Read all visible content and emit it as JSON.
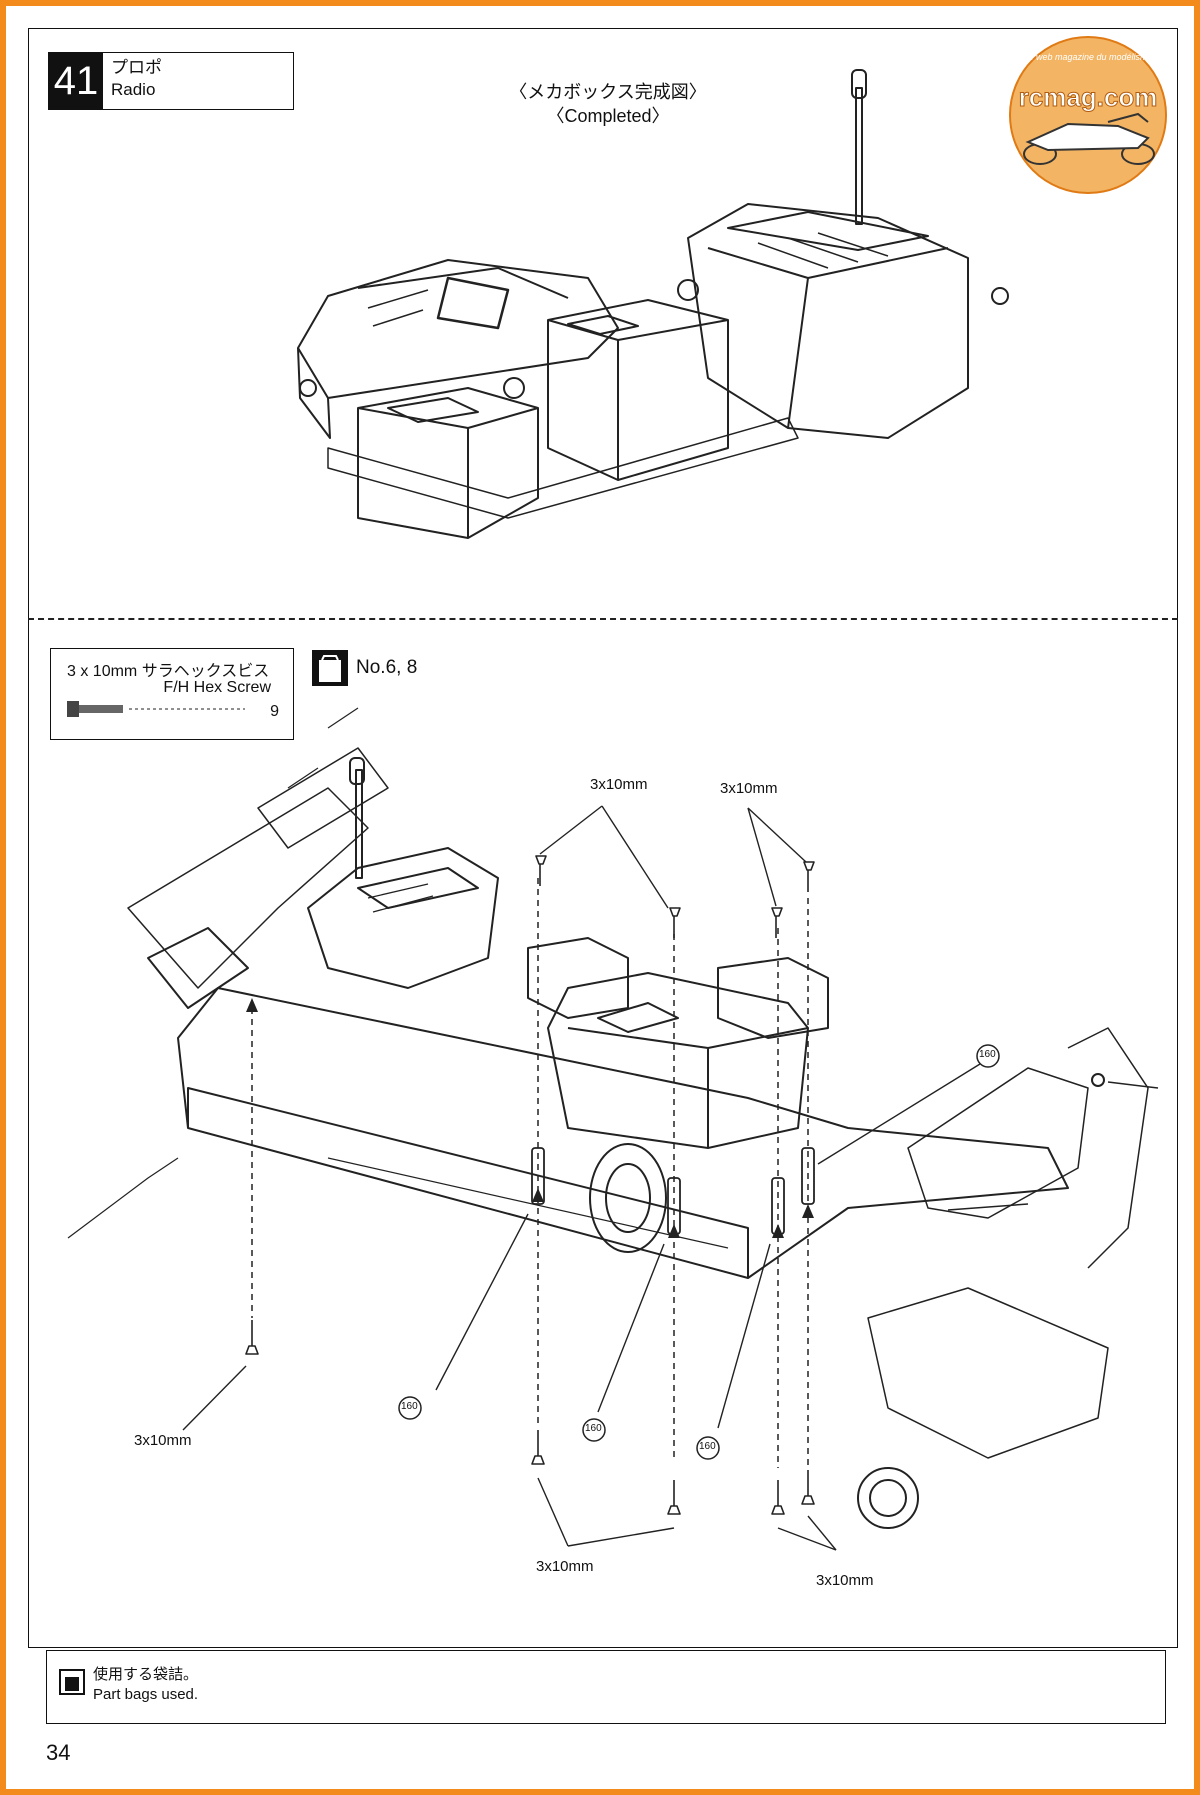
{
  "step": {
    "number": "41",
    "title_jp": "プロポ",
    "title_en": "Radio"
  },
  "completed": {
    "jp": "〈メカボックス完成図〉",
    "en": "〈Completed〉"
  },
  "screw": {
    "jp": "3 x 10mm サラヘックスビス",
    "en": "F/H Hex Screw",
    "qty": "9"
  },
  "bag": {
    "label": "No.6, 8"
  },
  "callouts": {
    "top_left": "3x10mm",
    "top_right": "3x10mm",
    "left": "3x10mm",
    "bottom_center": "3x10mm",
    "bottom_right": "3x10mm",
    "part_160_a": "160",
    "part_160_b": "160",
    "part_160_c": "160",
    "part_160_d": "160"
  },
  "footer": {
    "jp": "使用する袋詰。",
    "en": "Part bags used."
  },
  "page_number": "34",
  "logo": {
    "top": "Le web magazine du modélisme",
    "main": "rcmag.com"
  }
}
